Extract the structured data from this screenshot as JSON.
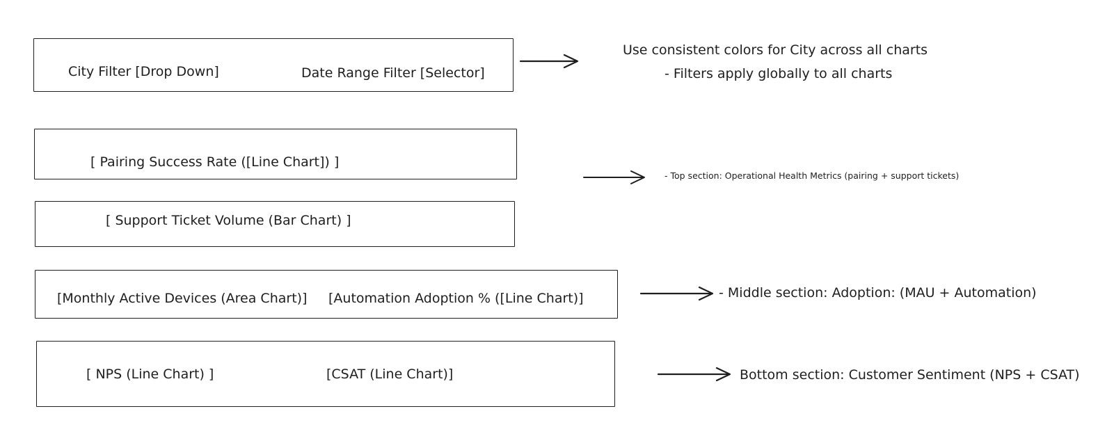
{
  "filters": {
    "city_filter": "City Filter [Drop Down]",
    "date_range_filter": "Date Range Filter [Selector]"
  },
  "notes": {
    "filters_line1": "Use consistent colors for City across all charts",
    "filters_line2": "- Filters apply globally to all charts",
    "top_section": "- Top section: Operational Health Metrics (pairing + support tickets)",
    "middle_section": "- Middle section: Adoption: (MAU + Automation)",
    "bottom_section": "Bottom section: Customer Sentiment (NPS + CSAT)"
  },
  "charts": {
    "pairing_success_rate": "[ Pairing Success Rate ([Line Chart]) ]",
    "support_ticket_volume": "[ Support Ticket Volume (Bar Chart) ]",
    "monthly_active_devices": "[Monthly Active Devices (Area Chart)]",
    "automation_adoption": "[Automation Adoption % ([Line Chart)]",
    "nps": "[ NPS (Line Chart) ]",
    "csat": "[CSAT (Line Chart)]"
  },
  "colors": {
    "stroke": "#1e1e1e",
    "background": "#ffffff"
  }
}
